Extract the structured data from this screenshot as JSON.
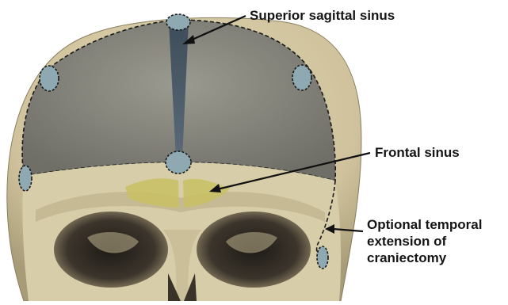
{
  "labels": {
    "superior_sagittal_sinus": "Superior sagittal sinus",
    "frontal_sinus": "Frontal sinus",
    "optional_temporal_lines": [
      "Optional temporal",
      "extension of",
      "craniectomy"
    ]
  },
  "colors": {
    "bone": "#d6caa6",
    "bone_shadow": "#a79c7c",
    "craniotomy_flap": "#8a8a83",
    "sinus": "#4a5866",
    "burr_hole": "#8fa9b3",
    "frontal_sinus_fill": "#c9c064",
    "orbit_dark": "#2a2620",
    "arrow": "#111111",
    "background": "#ffffff"
  }
}
